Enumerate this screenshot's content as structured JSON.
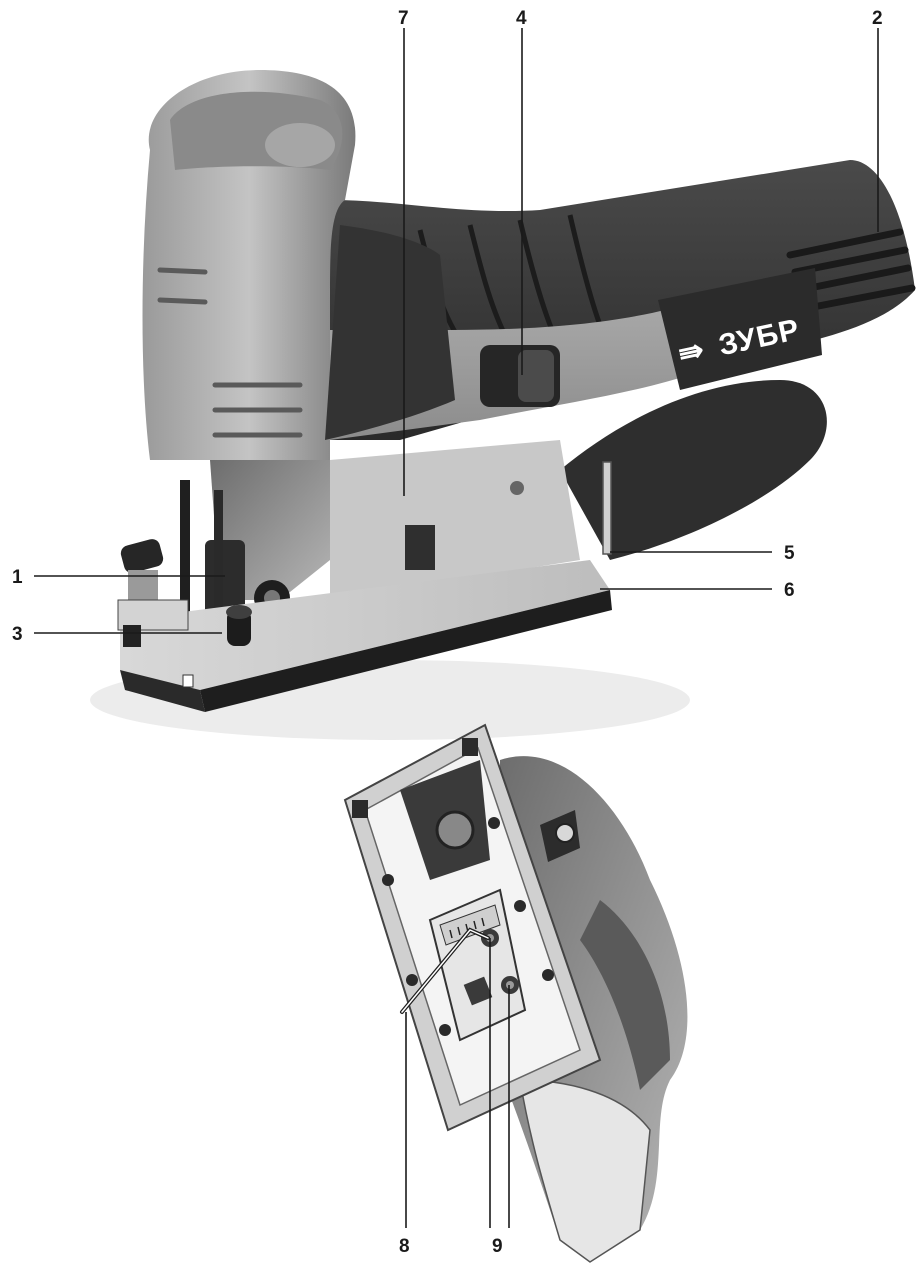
{
  "brand": {
    "logo_text": "ЗУБР",
    "logo_arrow": "⇛"
  },
  "callouts": [
    {
      "id": "1",
      "label": "1"
    },
    {
      "id": "2",
      "label": "2"
    },
    {
      "id": "3",
      "label": "3"
    },
    {
      "id": "4",
      "label": "4"
    },
    {
      "id": "5",
      "label": "5"
    },
    {
      "id": "6",
      "label": "6"
    },
    {
      "id": "7",
      "label": "7"
    },
    {
      "id": "8",
      "label": "8"
    },
    {
      "id": "9",
      "label": "9"
    }
  ],
  "colors": {
    "body_dark": "#3a3a3a",
    "body_mid": "#7d7d7d",
    "body_light": "#b8b8b8",
    "accent_light": "#d9d9d9",
    "sole": "#c9c9c9",
    "sole_dark": "#1f1f1f"
  }
}
